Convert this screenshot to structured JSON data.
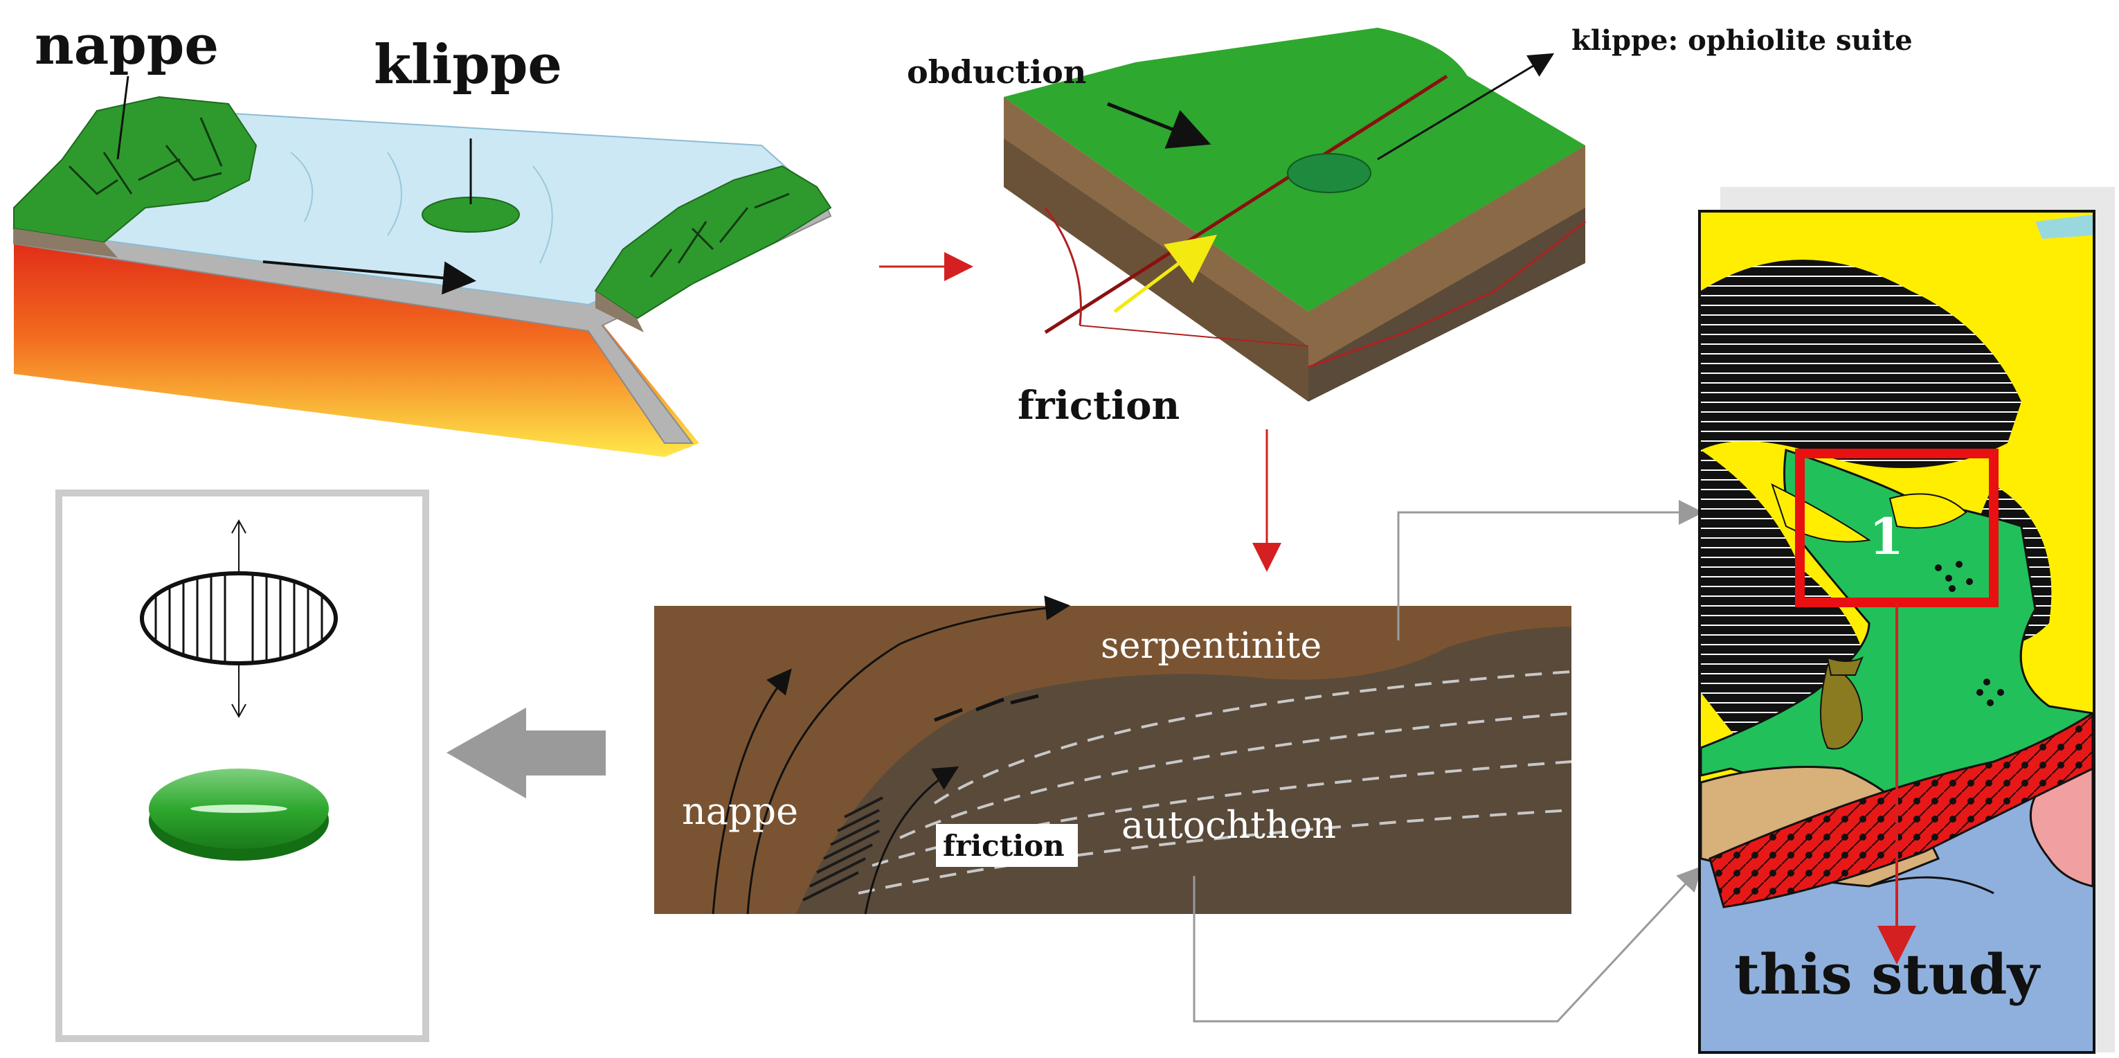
{
  "labels": {
    "nappe_top": "nappe",
    "klippe_top": "klippe",
    "obduction": "obduction",
    "klippe_ophiolite": "klippe: ophiolite suite",
    "friction_block": "friction",
    "serpentinite": "serpentinite",
    "nappe_section": "nappe",
    "friction_section": "friction",
    "autochthon": "autochthon",
    "map_site_number": "1",
    "this_study": "this study"
  },
  "colors": {
    "forest_green": "#2e9a2e",
    "ocean_blue": "#cce8f4",
    "mantle_red": "#e02818",
    "mantle_yellow": "#ffe040",
    "crust_brown": "#8a6a46",
    "dark_brown": "#5a4a3a",
    "map_yellow": "#ffee00",
    "map_green": "#22c05a",
    "map_blue": "#8fb0dc",
    "map_tan": "#d8b07a",
    "map_pink": "#f0a0a0",
    "study_box_red": "#e81010",
    "flow_arrow_red": "#d42020",
    "big_arrow_grey": "#9a9a9a"
  },
  "icons": [
    "foliated-ellipse-icon",
    "green-lens-icon",
    "large-left-arrow-icon"
  ]
}
